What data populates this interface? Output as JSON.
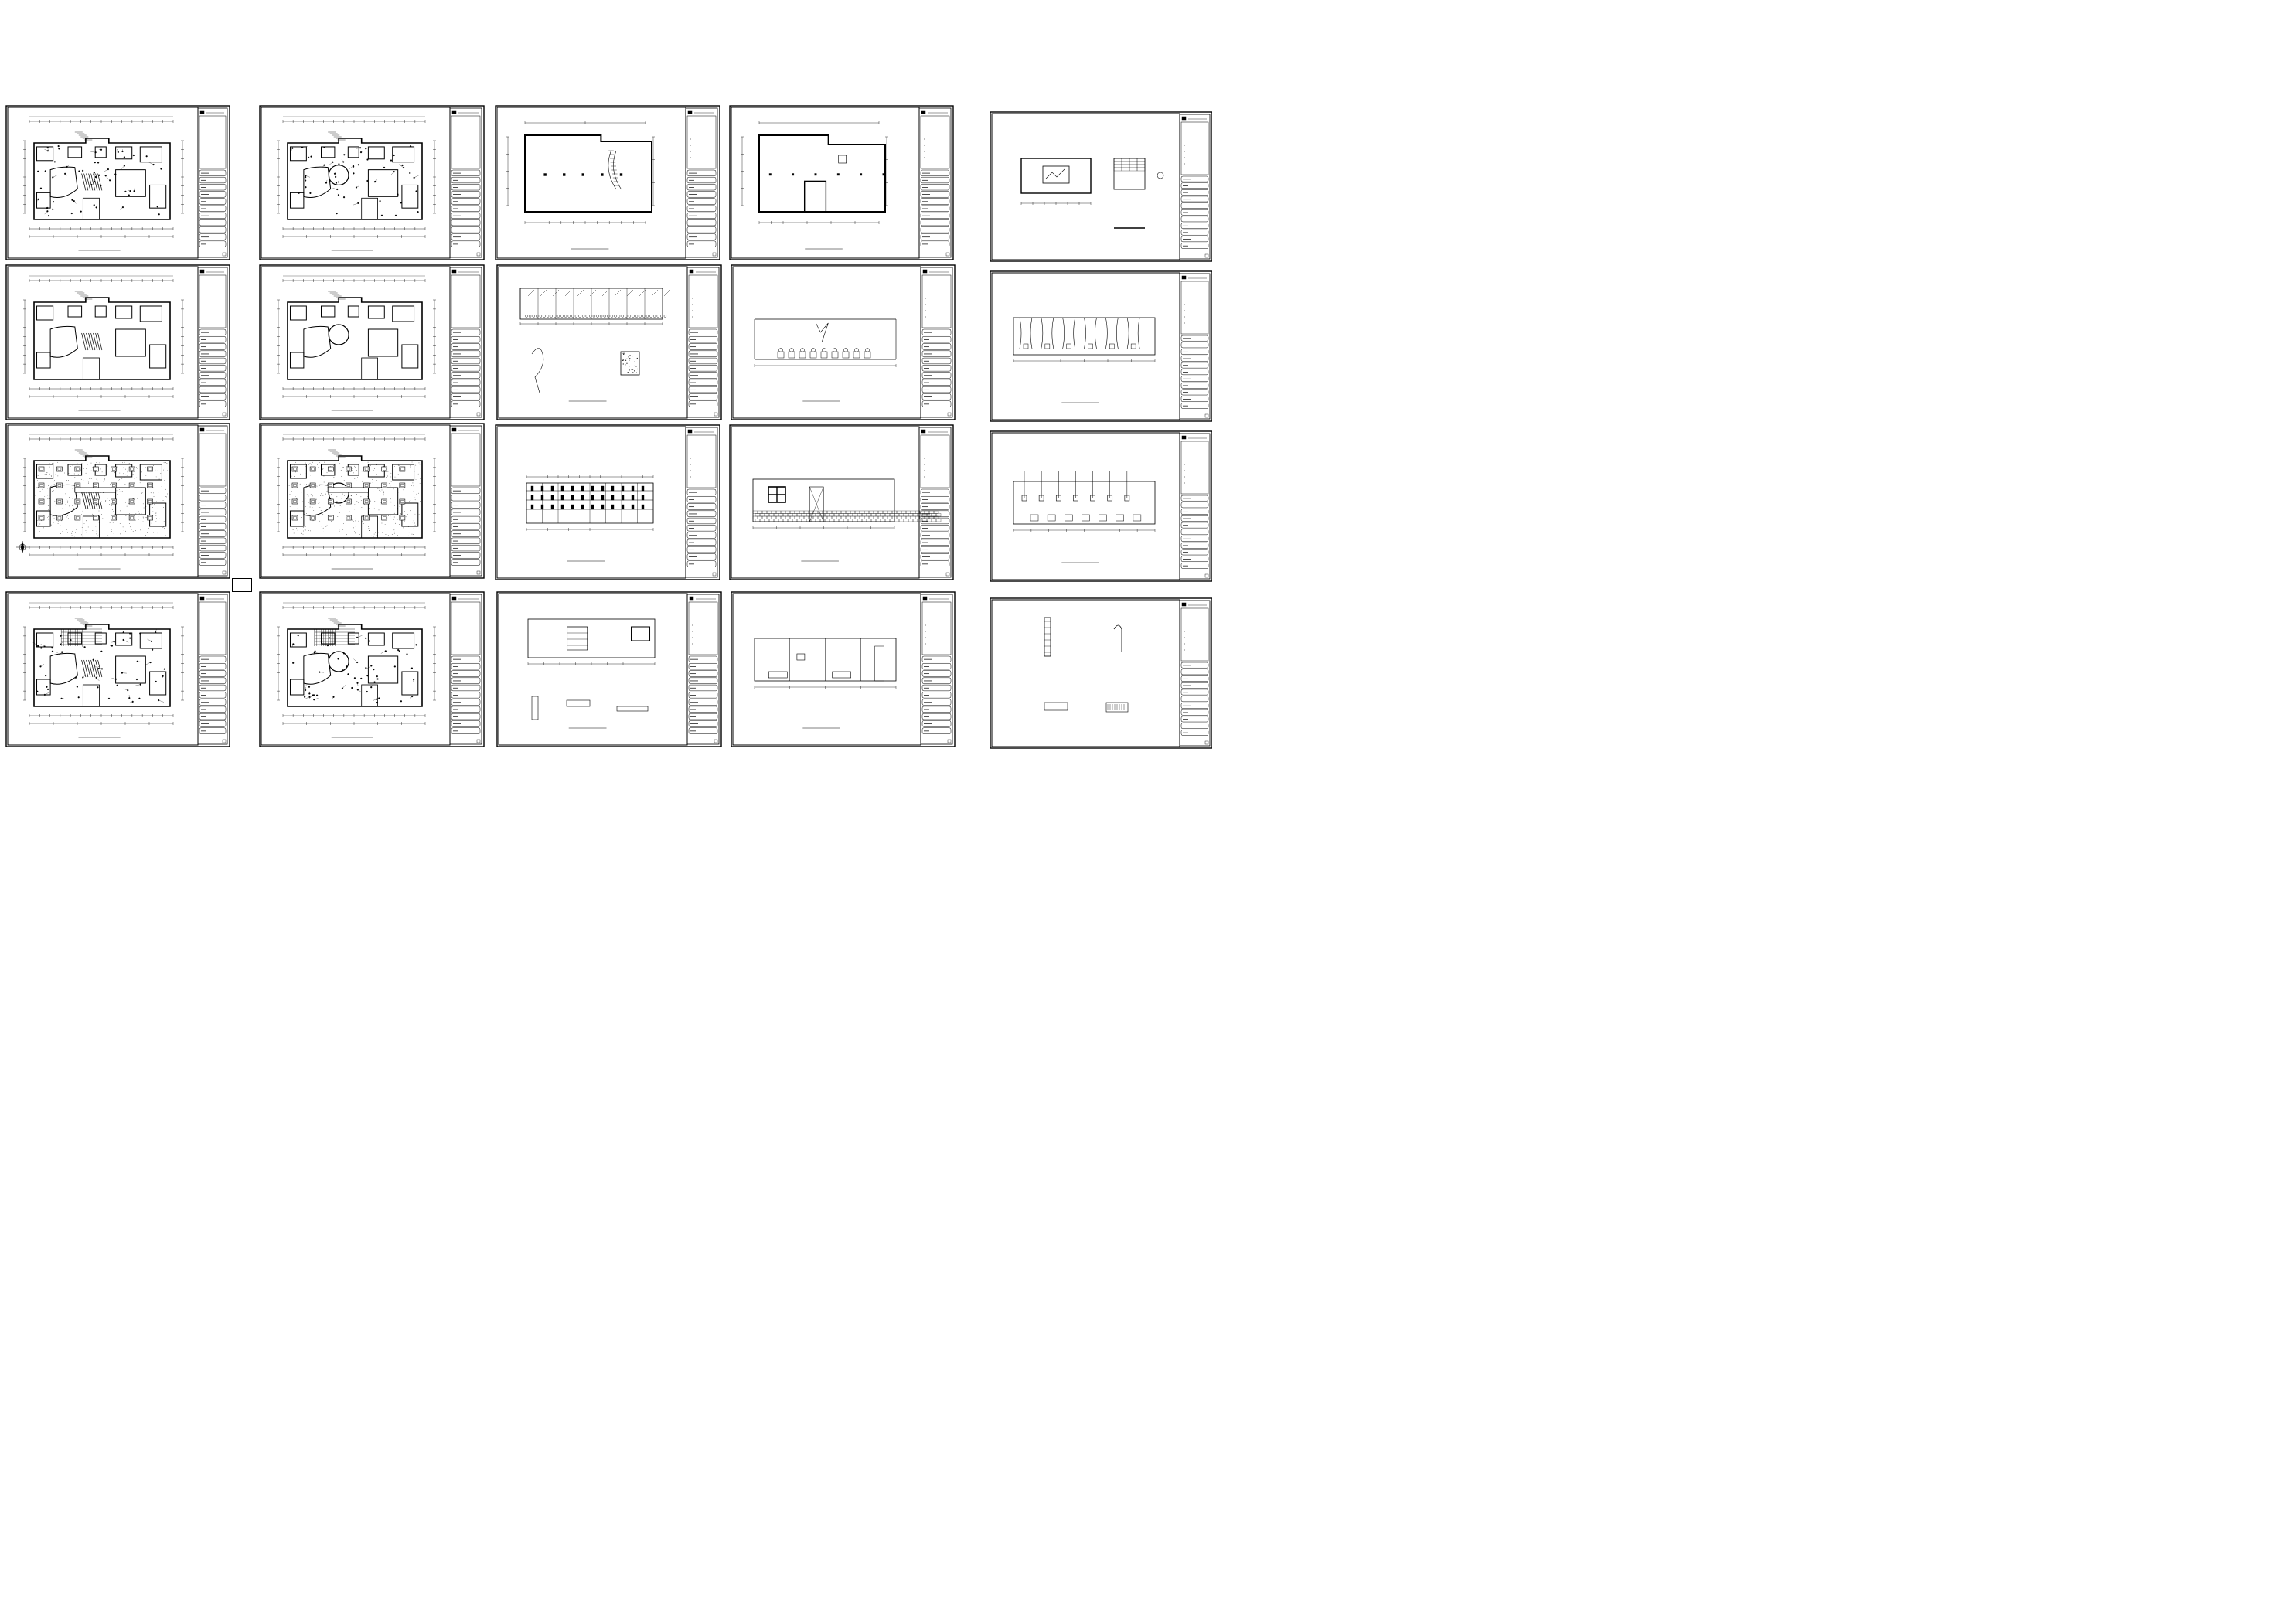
{
  "colors": {
    "ink": "#000000",
    "paper": "#ffffff"
  },
  "sheet_set": {
    "columns": 5,
    "rows": 4,
    "sheets": [
      {
        "col": 0,
        "row": 0,
        "kind": "plan-electrical"
      },
      {
        "col": 0,
        "row": 1,
        "kind": "plan-empty"
      },
      {
        "col": 0,
        "row": 2,
        "kind": "plan-furniture"
      },
      {
        "col": 0,
        "row": 3,
        "kind": "plan-ceiling"
      },
      {
        "col": 1,
        "row": 0,
        "kind": "plan-electrical-round"
      },
      {
        "col": 1,
        "row": 1,
        "kind": "plan-empty-round"
      },
      {
        "col": 1,
        "row": 2,
        "kind": "plan-furniture-round"
      },
      {
        "col": 1,
        "row": 3,
        "kind": "plan-ceiling-round"
      },
      {
        "col": 2,
        "row": 0,
        "kind": "structure-stair"
      },
      {
        "col": 2,
        "row": 1,
        "kind": "elevation-glass"
      },
      {
        "col": 2,
        "row": 2,
        "kind": "elevation-shelves"
      },
      {
        "col": 2,
        "row": 3,
        "kind": "elevation-sections"
      },
      {
        "col": 3,
        "row": 0,
        "kind": "structure-door"
      },
      {
        "col": 3,
        "row": 1,
        "kind": "elevation-curtain"
      },
      {
        "col": 3,
        "row": 2,
        "kind": "elevation-brick"
      },
      {
        "col": 3,
        "row": 3,
        "kind": "elevation-sofa"
      },
      {
        "col": 4,
        "row": 0,
        "kind": "detail-painting"
      },
      {
        "col": 4,
        "row": 1,
        "kind": "elevation-drapes"
      },
      {
        "col": 4,
        "row": 2,
        "kind": "elevation-booths"
      },
      {
        "col": 4,
        "row": 3,
        "kind": "detail-sections"
      }
    ]
  }
}
